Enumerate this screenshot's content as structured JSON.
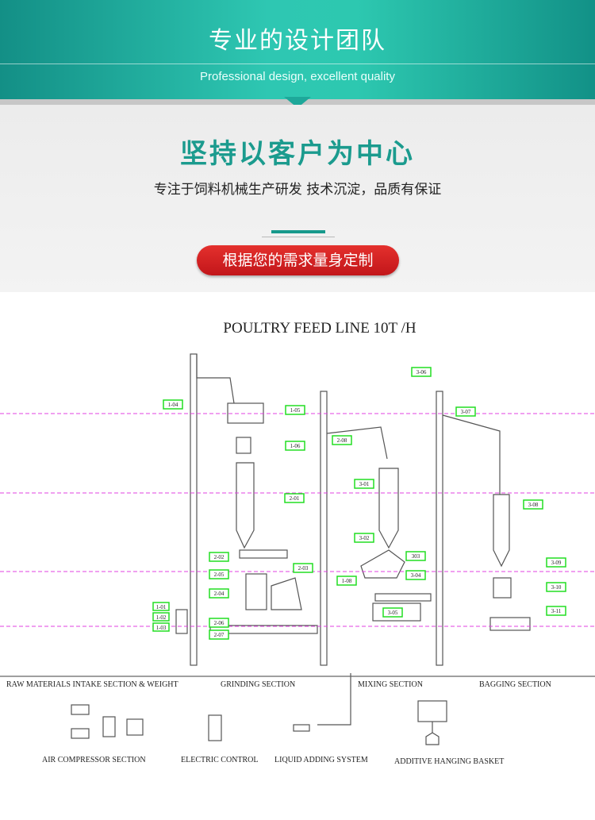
{
  "banner": {
    "title": "专业的设计团队",
    "subtitle": "Professional design, excellent quality"
  },
  "hero": {
    "headline": "坚持以客户为中心",
    "tagline": "专注于饲料机械生产研发  技术沉淀，品质有保证",
    "button_label": "根据您的需求量身定制"
  },
  "diagram": {
    "title": "POULTRY FEED LINE 10T /H",
    "colors": {
      "guide": "#e040e0",
      "tag_border": "#22dd22",
      "line": "#555555"
    },
    "tags": [
      "1-04",
      "1-05",
      "1-06",
      "2-01",
      "2-02",
      "2-05",
      "2-04",
      "2-06",
      "2-07",
      "2-03",
      "2-08",
      "3-01",
      "3-02",
      "303",
      "3-04",
      "1-08",
      "3-05",
      "3-06",
      "3-07",
      "3-08",
      "3-09",
      "3-10",
      "3-11",
      "1-01",
      "1-02",
      "1-03"
    ],
    "sections": [
      "RAW MATERIALS INTAKE SECTION & WEIGHT",
      "GRINDING SECTION",
      "MIXING SECTION",
      "BAGGING SECTION"
    ],
    "aux": [
      "AIR COMPRESSOR SECTION",
      "ELECTRIC CONTROL",
      "LIQUID ADDING SYSTEM",
      "ADDITIVE HANGING BASKET"
    ]
  }
}
